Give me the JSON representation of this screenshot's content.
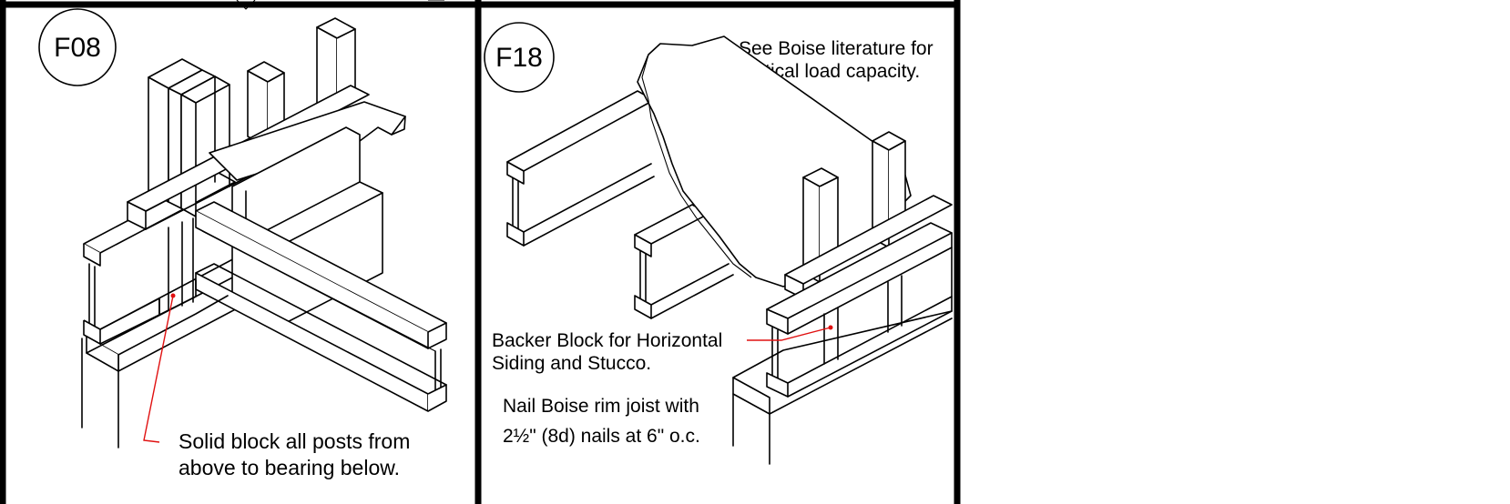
{
  "panel_left": {
    "id": "F08",
    "note": [
      "Solid block all posts from",
      "above to bearing below."
    ]
  },
  "panel_right": {
    "id": "F18",
    "note_top": [
      "See Boise literature for",
      "vertical load capacity."
    ],
    "note_backer": [
      "Backer Block for Horizontal",
      "Siding and Stucco."
    ],
    "note_nail": [
      "Nail Boise rim joist with",
      "2½\" (8d) nails at 6\" o.c."
    ]
  },
  "colors": {
    "leader": "#e01010",
    "line": "#000000",
    "background": "#ffffff"
  }
}
